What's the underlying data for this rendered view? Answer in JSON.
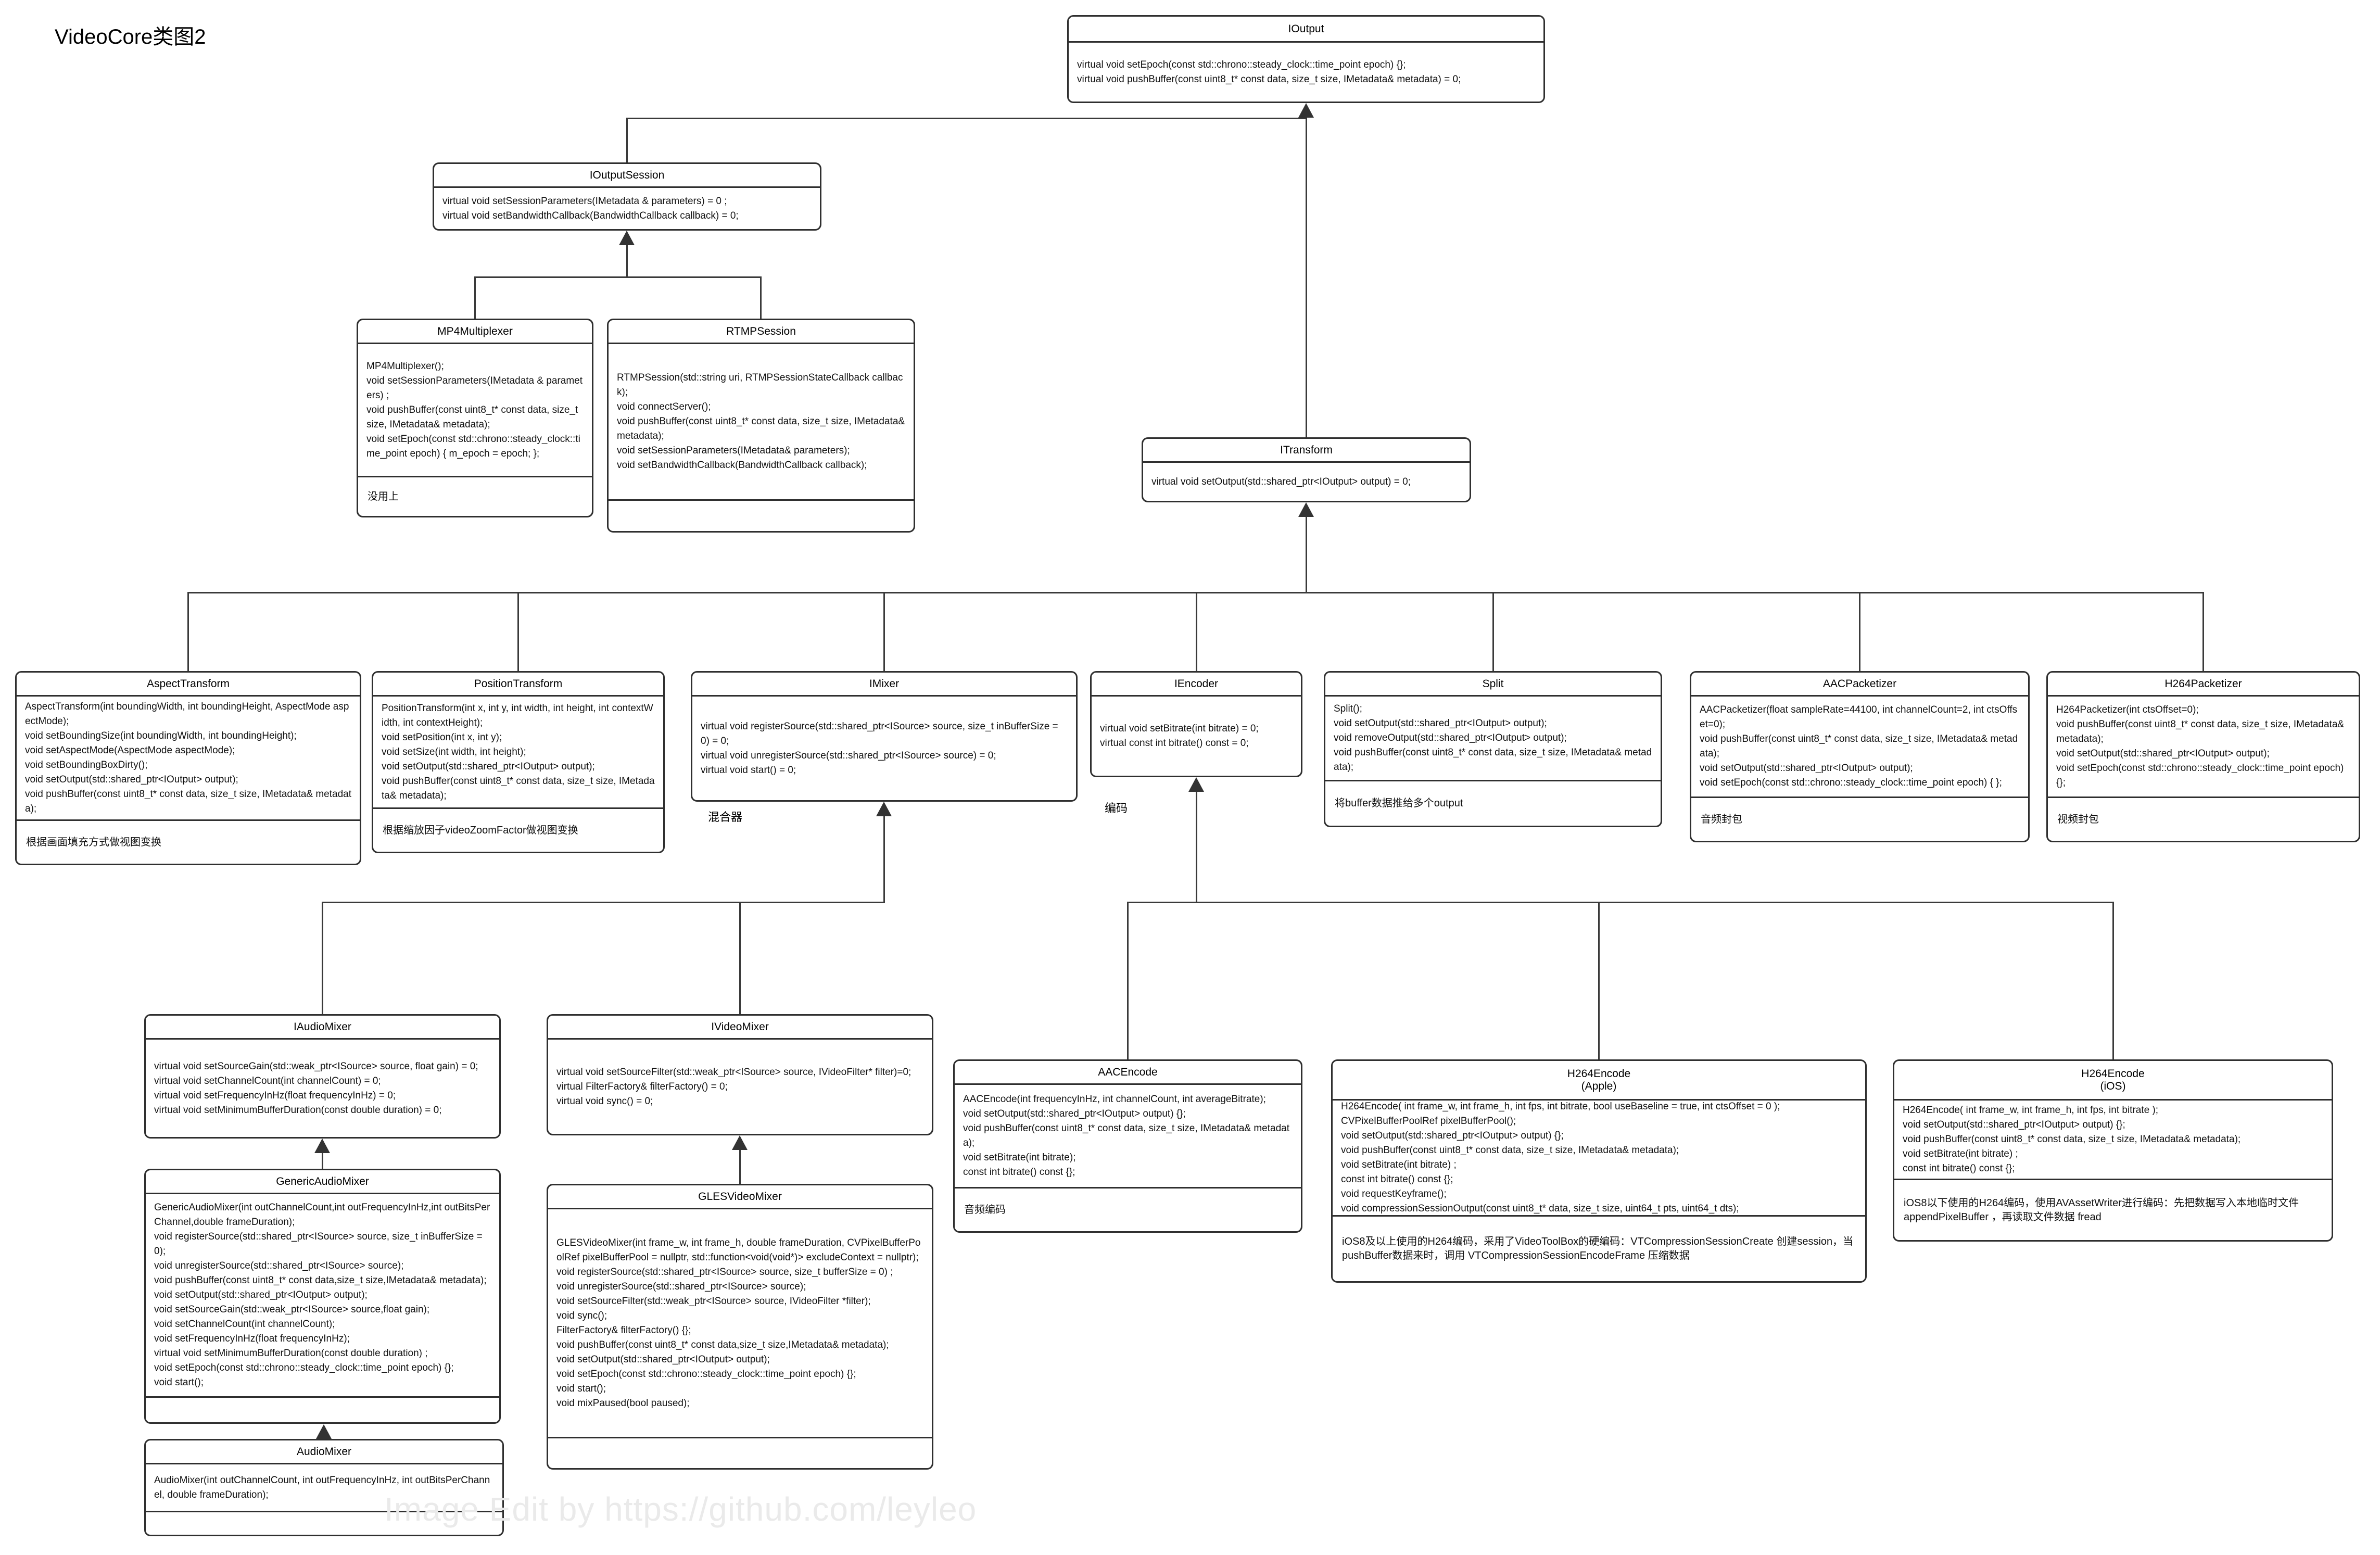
{
  "page": {
    "title": "VideoCore类图2",
    "watermark": "Image Edit by https://github.com/leyleo"
  },
  "annotations": {
    "imixer": "混合器",
    "iencoder": "编码"
  },
  "classes": {
    "ioutput": {
      "title": "IOutput",
      "methods": [
        "virtual void setEpoch(const std::chrono::steady_clock::time_point epoch) {};",
        "virtual void pushBuffer(const uint8_t* const data, size_t size, IMetadata& metadata) = 0;"
      ]
    },
    "ioutputsession": {
      "title": "IOutputSession",
      "methods": [
        "virtual void setSessionParameters(IMetadata & parameters) = 0 ;",
        "virtual void setBandwidthCallback(BandwidthCallback callback) = 0;"
      ]
    },
    "mp4multiplexer": {
      "title": "MP4Multiplexer",
      "methods": [
        "MP4Multiplexer();",
        "void setSessionParameters(IMetadata & parameters) ;",
        "void pushBuffer(const uint8_t* const data, size_t size, IMetadata& metadata);",
        "void setEpoch(const std::chrono::steady_clock::time_point epoch) { m_epoch = epoch; };"
      ],
      "note": "没用上"
    },
    "rtmpsession": {
      "title": "RTMPSession",
      "methods": [
        "RTMPSession(std::string uri, RTMPSessionStateCallback callback);",
        "void connectServer();",
        "void pushBuffer(const uint8_t* const data, size_t size, IMetadata& metadata);",
        "void setSessionParameters(IMetadata& parameters);",
        "void setBandwidthCallback(BandwidthCallback callback);"
      ],
      "note": ""
    },
    "itransform": {
      "title": "ITransform",
      "methods": [
        "virtual void setOutput(std::shared_ptr<IOutput> output) = 0;"
      ]
    },
    "aspecttransform": {
      "title": "AspectTransform",
      "methods": [
        "AspectTransform(int boundingWidth, int boundingHeight, AspectMode aspectMode);",
        "void setBoundingSize(int boundingWidth, int boundingHeight);",
        "void setAspectMode(AspectMode aspectMode);",
        "void setBoundingBoxDirty();",
        "void setOutput(std::shared_ptr<IOutput> output);",
        "void pushBuffer(const uint8_t* const data, size_t size, IMetadata& metadata);"
      ],
      "note": "根据画面填充方式做视图变换"
    },
    "positiontransform": {
      "title": "PositionTransform",
      "methods": [
        "PositionTransform(int x, int y, int width, int height, int contextWidth, int contextHeight);",
        "void setPosition(int x, int y);",
        "void setSize(int width, int height);",
        "void setOutput(std::shared_ptr<IOutput> output);",
        "void pushBuffer(const uint8_t* const data, size_t size, IMetadata& metadata);"
      ],
      "note": "根据缩放因子videoZoomFactor做视图变换"
    },
    "imixer": {
      "title": "IMixer",
      "methods": [
        "virtual void registerSource(std::shared_ptr<ISource> source, size_t inBufferSize = 0) = 0;",
        "virtual void unregisterSource(std::shared_ptr<ISource> source) = 0;",
        "virtual void start() = 0;"
      ]
    },
    "iencoder": {
      "title": "IEncoder",
      "methods": [
        "virtual void setBitrate(int bitrate) = 0;",
        "virtual const int bitrate() const = 0;"
      ]
    },
    "split": {
      "title": "Split",
      "methods": [
        "Split();",
        "void setOutput(std::shared_ptr<IOutput> output);",
        "void removeOutput(std::shared_ptr<IOutput> output);",
        "void pushBuffer(const uint8_t* const data, size_t size, IMetadata& metadata);"
      ],
      "note": "将buffer数据推给多个output"
    },
    "aacpacketizer": {
      "title": "AACPacketizer",
      "methods": [
        "AACPacketizer(float sampleRate=44100, int channelCount=2, int ctsOffset=0);",
        "void pushBuffer(const uint8_t* const data, size_t size, IMetadata& metadata);",
        "void setOutput(std::shared_ptr<IOutput> output);",
        "void setEpoch(const std::chrono::steady_clock::time_point epoch) { };"
      ],
      "note": "音频封包"
    },
    "h264packetizer": {
      "title": "H264Packetizer",
      "methods": [
        "H264Packetizer(int ctsOffset=0);",
        "void pushBuffer(const uint8_t* const data, size_t size, IMetadata& metadata);",
        "void setOutput(std::shared_ptr<IOutput> output);",
        "void setEpoch(const std::chrono::steady_clock::time_point epoch) {};"
      ],
      "note": "视频封包"
    },
    "iaudiomixer": {
      "title": "IAudioMixer",
      "methods": [
        "virtual void setSourceGain(std::weak_ptr<ISource> source, float gain) = 0;",
        "virtual void setChannelCount(int channelCount) = 0;",
        "virtual void setFrequencyInHz(float frequencyInHz) = 0;",
        "virtual void setMinimumBufferDuration(const double duration) = 0;"
      ]
    },
    "ivideomixer": {
      "title": "IVideoMixer",
      "methods": [
        "virtual void setSourceFilter(std::weak_ptr<ISource> source, IVideoFilter* filter)=0;",
        "virtual FilterFactory& filterFactory() = 0;",
        "virtual void sync() = 0;"
      ]
    },
    "genericaudiomixer": {
      "title": "GenericAudioMixer",
      "methods": [
        "GenericAudioMixer(int outChannelCount,int outFrequencyInHz,int outBitsPerChannel,double frameDuration);",
        "void registerSource(std::shared_ptr<ISource> source, size_t inBufferSize = 0);",
        "void unregisterSource(std::shared_ptr<ISource> source);",
        "void pushBuffer(const uint8_t* const data,size_t size,IMetadata& metadata);",
        "void setOutput(std::shared_ptr<IOutput> output);",
        "void setSourceGain(std::weak_ptr<ISource> source,float gain);",
        "void setChannelCount(int channelCount);",
        "void setFrequencyInHz(float frequencyInHz);",
        "virtual void setMinimumBufferDuration(const double duration) ;",
        "void setEpoch(const std::chrono::steady_clock::time_point epoch) {};",
        "void start();"
      ],
      "note": ""
    },
    "glesvideomixer": {
      "title": "GLESVideoMixer",
      "methods": [
        "GLESVideoMixer(int frame_w, int frame_h, double frameDuration, CVPixelBufferPoolRef pixelBufferPool = nullptr, std::function<void(void*)> excludeContext = nullptr);",
        "void registerSource(std::shared_ptr<ISource> source, size_t bufferSize = 0) ;",
        "void unregisterSource(std::shared_ptr<ISource> source);",
        "void setSourceFilter(std::weak_ptr<ISource> source, IVideoFilter *filter);",
        "void sync();",
        "FilterFactory& filterFactory() {};",
        "void pushBuffer(const uint8_t* const data,size_t size,IMetadata& metadata);",
        "void setOutput(std::shared_ptr<IOutput> output);",
        "void setEpoch(const std::chrono::steady_clock::time_point epoch) {};",
        "void start();",
        "void mixPaused(bool paused);"
      ],
      "note": ""
    },
    "audiomixer": {
      "title": "AudioMixer",
      "methods": [
        "AudioMixer(int outChannelCount, int outFrequencyInHz, int outBitsPerChannel, double frameDuration);"
      ],
      "note": ""
    },
    "aacencode": {
      "title": "AACEncode",
      "methods": [
        "AACEncode(int frequencyInHz, int channelCount, int averageBitrate);",
        "void setOutput(std::shared_ptr<IOutput> output) {};",
        "void pushBuffer(const uint8_t* const data, size_t size, IMetadata& metadata);",
        "void setBitrate(int bitrate);",
        "const int bitrate() const {};"
      ],
      "note": "音频编码"
    },
    "h264encode_apple": {
      "title": "H264Encode",
      "subtitle": "(Apple)",
      "methods": [
        "H264Encode( int frame_w, int frame_h, int fps, int bitrate, bool useBaseline = true, int ctsOffset = 0 );",
        "CVPixelBufferPoolRef pixelBufferPool();",
        "void setOutput(std::shared_ptr<IOutput> output) {};",
        "void pushBuffer(const uint8_t* const data, size_t size, IMetadata& metadata);",
        "void setBitrate(int bitrate) ;",
        "const int bitrate() const {};",
        "void requestKeyframe();",
        "void compressionSessionOutput(const uint8_t* data, size_t size, uint64_t pts, uint64_t dts);"
      ],
      "note": "iOS8及以上使用的H264编码，采用了VideoToolBox的硬编码：VTCompressionSessionCreate 创建session，当pushBuffer数据来时，调用 VTCompressionSessionEncodeFrame 压缩数据"
    },
    "h264encode_ios": {
      "title": "H264Encode",
      "subtitle": "(iOS)",
      "methods": [
        "H264Encode( int frame_w, int frame_h, int fps, int bitrate );",
        "void setOutput(std::shared_ptr<IOutput> output) {};",
        "void pushBuffer(const uint8_t* const data, size_t size, IMetadata& metadata);",
        "void setBitrate(int bitrate) ;",
        "const int bitrate() const {};"
      ],
      "note": "iOS8以下使用的H264编码，使用AVAssetWriter进行编码：先把数据写入本地临时文件 appendPixelBuffer ，再读取文件数据 fread"
    }
  }
}
